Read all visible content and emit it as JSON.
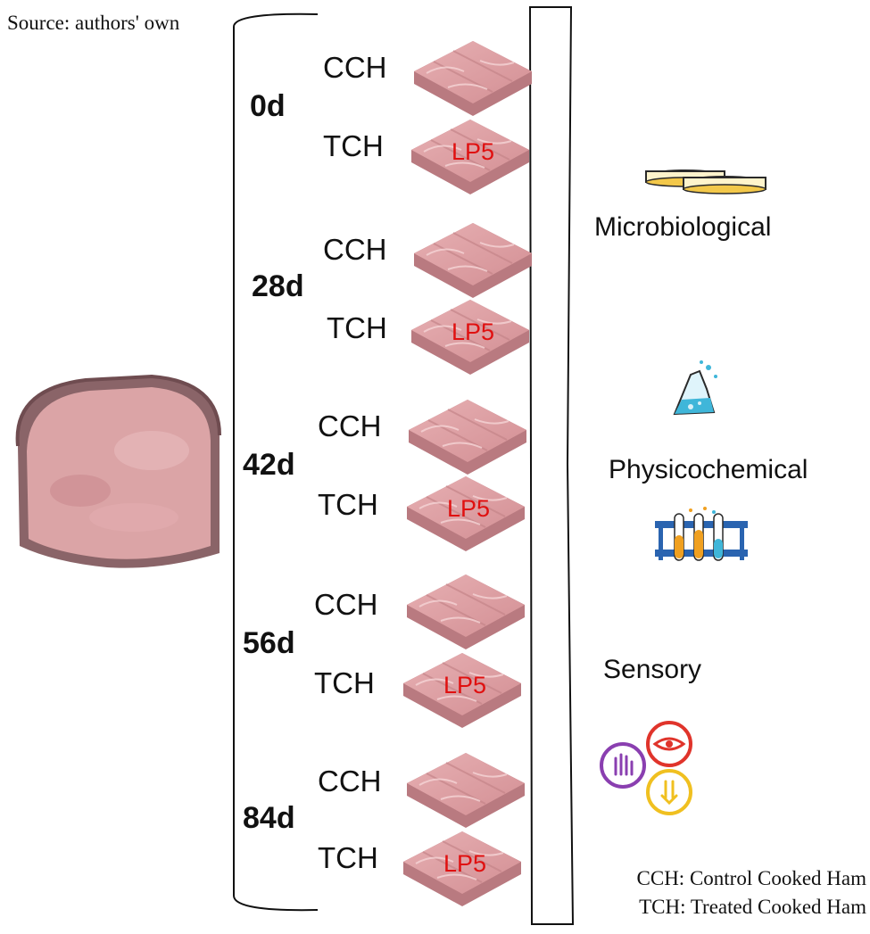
{
  "source_credit": "Source: authors' own",
  "timepoints": [
    {
      "day": "0d",
      "control": "CCH",
      "treated": "TCH",
      "strain": "LP5"
    },
    {
      "day": "28d",
      "control": "CCH",
      "treated": "TCH",
      "strain": "LP5"
    },
    {
      "day": "42d",
      "control": "CCH",
      "treated": "TCH",
      "strain": "LP5"
    },
    {
      "day": "56d",
      "control": "CCH",
      "treated": "TCH",
      "strain": "LP5"
    },
    {
      "day": "84d",
      "control": "CCH",
      "treated": "TCH",
      "strain": "LP5"
    }
  ],
  "analyses": [
    {
      "label": "Microbiological",
      "icon": "petri-dish-icon"
    },
    {
      "label": "Physicochemical",
      "icon": "flask-and-test-tubes-icon"
    },
    {
      "label": "Sensory",
      "icon": "sensory-senses-icon"
    }
  ],
  "legend": {
    "cch": "CCH: Control Cooked Ham",
    "tch": "TCH: Treated Cooked Ham"
  },
  "colors": {
    "ham": "#d99a9e",
    "ham_dark": "#b97a80",
    "lp5_text": "#e01010",
    "petri_fill": "#f3c84a",
    "flask_fill": "#3fb6d9",
    "rack": "#2a64b0",
    "sense_touch": "#8a3fb0",
    "sense_sight": "#e0342b",
    "sense_taste": "#f0c020"
  }
}
